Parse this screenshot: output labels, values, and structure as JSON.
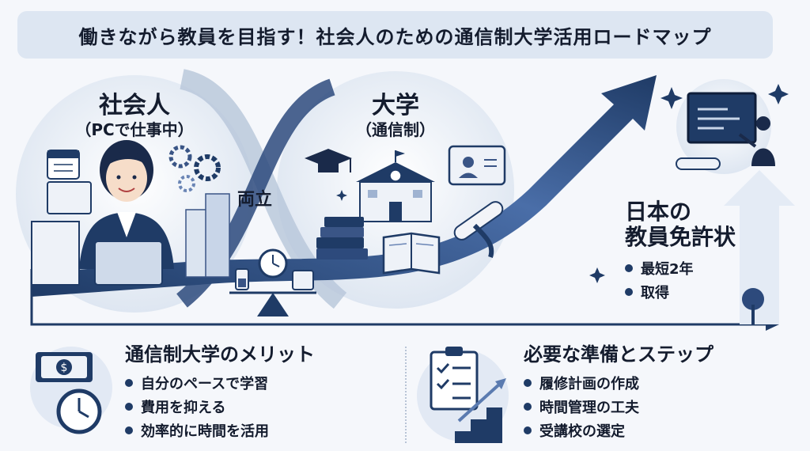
{
  "title": "働きながら教員を目指す！社会人のための通信制大学活用ロードマップ",
  "worker": {
    "heading": "社会人",
    "sub": "（PCで仕事中）"
  },
  "university": {
    "heading": "大学",
    "sub": "（通信制）"
  },
  "balance_label": "両立",
  "license": {
    "title_line1": "日本の",
    "title_line2": "教員免許状",
    "items": [
      "最短2年",
      "取得"
    ]
  },
  "merits": {
    "heading": "通信制大学のメリット",
    "items": [
      "自分のペースで学習",
      "費用を抑える",
      "効率的に時間を活用"
    ]
  },
  "steps": {
    "heading": "必要な準備とステップ",
    "items": [
      "履修計画の作成",
      "時間管理の工夫",
      "受講校の選定"
    ]
  },
  "colors": {
    "navy": "#1f3b66",
    "light_blue": "#dde6f2",
    "mid_blue": "#5b7bb0"
  },
  "icons": [
    "calendar-icon",
    "gear-icon",
    "laptop-icon",
    "graduation-cap-icon",
    "school-building-icon",
    "book-icon",
    "diploma-icon",
    "tablet-video-icon",
    "clock-icon",
    "scale-icon",
    "blackboard-teacher-icon",
    "dollar-bill-icon",
    "checklist-icon",
    "stairs-arrow-icon",
    "tree-icon",
    "sparkle-icon"
  ]
}
